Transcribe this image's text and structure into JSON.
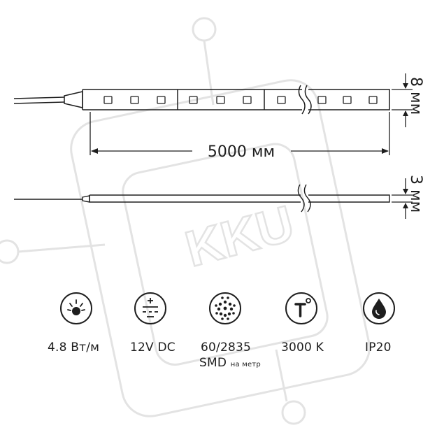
{
  "dimensions": {
    "width_label": "8 мм",
    "length_label": "5000 мм",
    "thickness_label": "3 мм"
  },
  "specs": [
    {
      "icon": "brightness-icon",
      "label": "4.8 Вт/м"
    },
    {
      "icon": "dc-power-icon",
      "label": "12V DC"
    },
    {
      "icon": "led-matrix-icon",
      "label": "60/2835",
      "label2": "SMD",
      "label2_small": "на метр"
    },
    {
      "icon": "temperature-icon",
      "label": "3000 K"
    },
    {
      "icon": "water-drop-icon",
      "label": "IP20"
    }
  ],
  "watermark": {
    "text": "KKU"
  },
  "colors": {
    "line": "#1e1e1e",
    "watermark": "#e3e3e3"
  }
}
